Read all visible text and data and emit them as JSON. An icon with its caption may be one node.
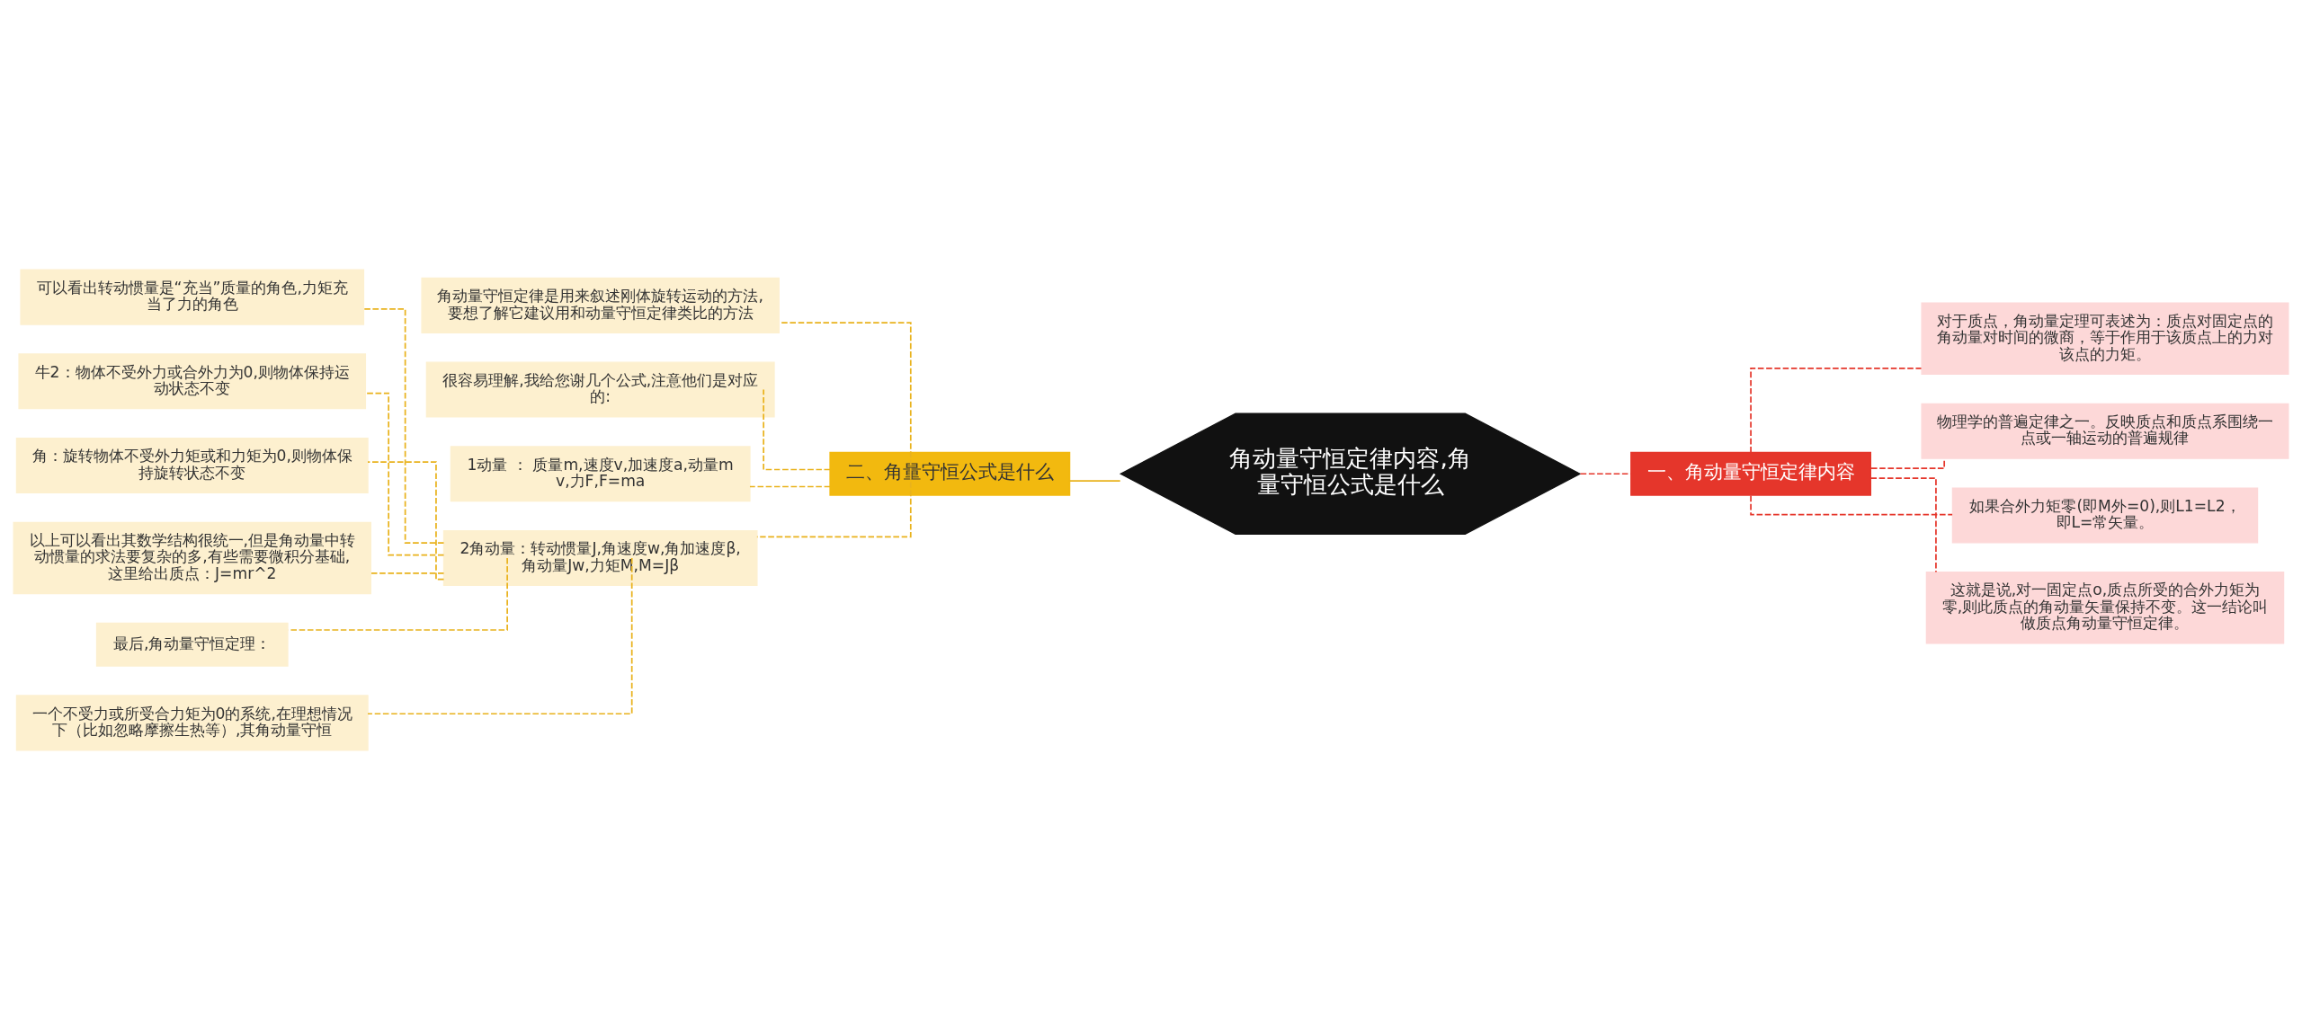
{
  "diagram": {
    "nodes": [
      {
        "text": [
          "角动量守恒定律内容,角量守恒公式是什么"
        ]
      },
      {
        "text": [
          "一、角动量守恒定律内容"
        ]
      },
      {
        "text": [
          "对于质点，角动量定理可表述为：质点对固定点的角动量对时间的微商，等于作用于该质点上的力对该点的力矩。"
        ]
      },
      {
        "text": [
          "物理学的普遍定律之一。反映质点和质点系围绕一点或一轴运动的普遍规律"
        ]
      },
      {
        "text": [
          "如果合外力矩零(即M外=0),则L1=L2，即L=常矢量。"
        ]
      },
      {
        "text": [
          "这就是说,对一固定点o,质点所受的合外力矩为零,则此质点的角动量矢量保持不变。这一结论叫做质点角动量守恒定律。"
        ]
      },
      {
        "text": [
          "二、角量守恒公式是什么"
        ]
      },
      {
        "text": [
          "角动量守恒定律是用来叙述刚体旋转运动的方法,要想了解它建议用和动量守恒定律类比的方法"
        ]
      },
      {
        "text": [
          "很容易理解,我给您谢几个公式,注意他们是对应的:"
        ]
      },
      {
        "text": [
          "1动量 ： 质量m,速度v,加速度a,动量mv,力F,F=ma"
        ]
      },
      {
        "text": [
          "2角动量：转动惯量J,角速度w,角加速度β,角动量Jw,力矩M,M=Jβ"
        ]
      },
      {
        "text": [
          "可以看出转动惯量是“充当”质量的角色,力矩充当了力的角色"
        ]
      },
      {
        "text": [
          "牛2：物体不受外力或合外力为0,则物体保持运动状态不变"
        ]
      },
      {
        "text": [
          "角：旋转物体不受外力矩或和力矩为0,则物体保持旋转状态不变"
        ]
      },
      {
        "text": [
          "以上可以看出其数学结构很统一,但是角动量中转动惯量的求法要复杂的多,有些需要微积分基础,这里给出质点：J=mr^2"
        ]
      },
      {
        "text": [
          "最后,角动量守恒定理："
        ]
      },
      {
        "text": [
          "一个不受力或所受合力矩为0的系统,在理想情况下（比如忽略摩擦生热等）,其角动量守恒"
        ]
      }
    ],
    "edges": [
      {
        "from": 0,
        "to": 1,
        "arrow": "none",
        "style": "dashed",
        "color": "#e5362b"
      },
      {
        "from": 1,
        "to": 2,
        "arrow": "none",
        "style": "dashed",
        "color": "#e5362b"
      },
      {
        "from": 1,
        "to": 3,
        "arrow": "none",
        "style": "dashed",
        "color": "#e5362b"
      },
      {
        "from": 1,
        "to": 4,
        "arrow": "none",
        "style": "dashed",
        "color": "#e5362b"
      },
      {
        "from": 1,
        "to": 5,
        "arrow": "none",
        "style": "dashed",
        "color": "#e5362b"
      },
      {
        "from": 0,
        "to": 6,
        "arrow": "none"
      },
      {
        "from": 6,
        "to": 7,
        "arrow": "none",
        "style": "dashed"
      },
      {
        "from": 6,
        "to": 8,
        "arrow": "none",
        "style": "dashed"
      },
      {
        "from": 6,
        "to": 9,
        "arrow": "none",
        "style": "dashed"
      },
      {
        "from": 6,
        "to": 10,
        "arrow": "none",
        "style": "dashed"
      },
      {
        "from": 10,
        "to": 11,
        "arrow": "none",
        "style": "dashed"
      },
      {
        "from": 10,
        "to": 12,
        "arrow": "none",
        "style": "dashed"
      },
      {
        "from": 10,
        "to": 13,
        "arrow": "none",
        "style": "dashed"
      },
      {
        "from": 10,
        "to": 14,
        "arrow": "none",
        "style": "dashed"
      },
      {
        "from": 10,
        "to": 15,
        "arrow": "none",
        "style": "dashed"
      },
      {
        "from": 10,
        "to": 16,
        "arrow": "none",
        "style": "dashed"
      }
    ]
  }
}
